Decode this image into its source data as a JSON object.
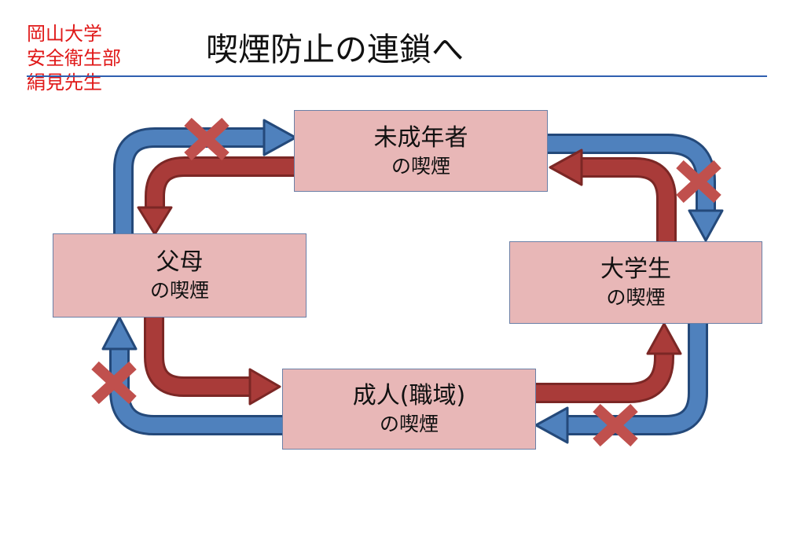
{
  "header": {
    "credit_lines": [
      "岡山大学",
      "安全衛生部",
      "絹見先生"
    ],
    "title": "喫煙防止の連鎖へ"
  },
  "diagram": {
    "nodes": [
      {
        "id": "minor",
        "line1": "未成年者",
        "line2": "の喫煙"
      },
      {
        "id": "parents",
        "line1": "父母",
        "line2": "の喫煙"
      },
      {
        "id": "university",
        "line1": "大学生",
        "line2": "の喫煙"
      },
      {
        "id": "adult",
        "line1": "成人(職域)",
        "line2": "の喫煙"
      }
    ],
    "colors": {
      "blue_arrow": "#4f81bd",
      "red_arrow": "#a93b39",
      "cross": "#c0504d",
      "box_fill": "#e8b7b7"
    }
  }
}
